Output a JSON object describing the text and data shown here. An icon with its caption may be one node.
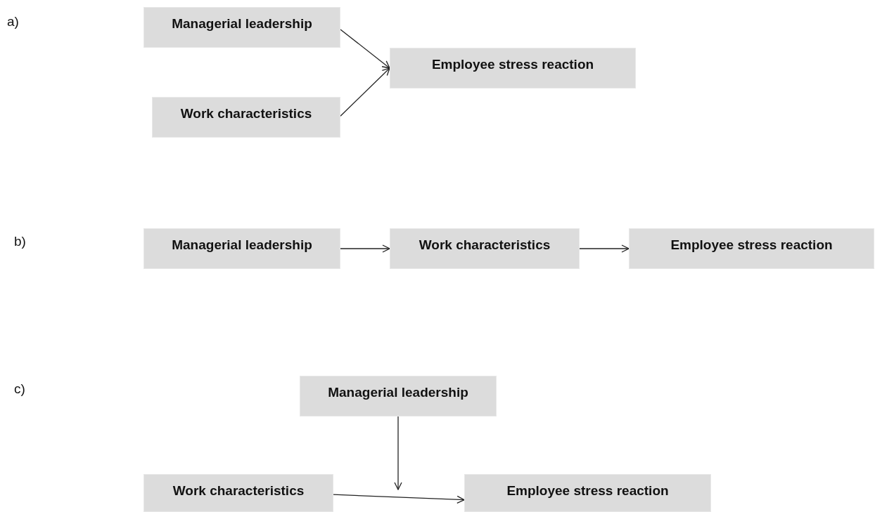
{
  "diagram": {
    "nodes": [
      {
        "text": [
          "Managerial leadership"
        ]
      },
      {
        "text": [
          "Work characteristics"
        ]
      },
      {
        "text": [
          "Employee stress reaction"
        ]
      },
      {
        "text": [
          "Managerial leadership"
        ]
      },
      {
        "text": [
          "Work characteristics"
        ]
      },
      {
        "text": [
          "Employee stress reaction"
        ]
      },
      {
        "text": [
          "Managerial leadership"
        ]
      },
      {
        "text": [
          "Work characteristics"
        ]
      },
      {
        "text": [
          "Employee stress reaction"
        ]
      }
    ],
    "edges": [
      {
        "from": 0,
        "to": 2,
        "arrow": "to"
      },
      {
        "from": 1,
        "to": 2,
        "arrow": "to"
      },
      {
        "from": 3,
        "to": 4,
        "arrow": "to"
      },
      {
        "from": 4,
        "to": 5,
        "arrow": "to"
      },
      {
        "from": 7,
        "to": 8,
        "arrow": "to"
      },
      {
        "from": 6,
        "to": null,
        "arrow": "to"
      }
    ],
    "labels": [
      "a)",
      "b)",
      "c)"
    ]
  }
}
